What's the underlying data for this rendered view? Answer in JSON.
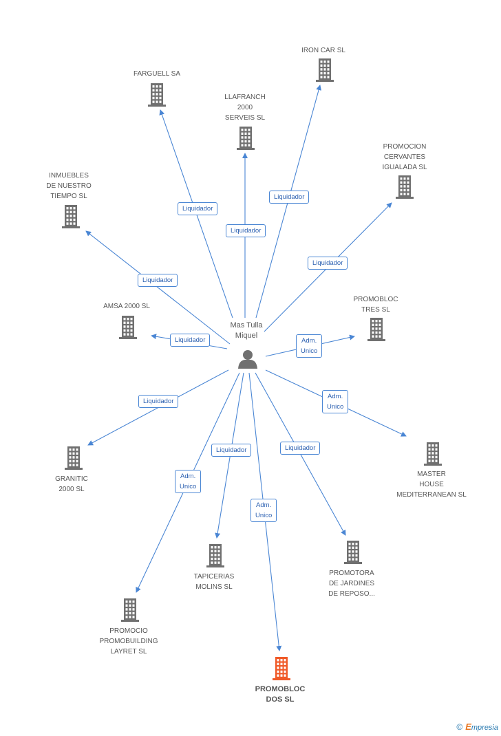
{
  "center": {
    "label": "Mas Tulla\nMiquel",
    "icon": "person-icon"
  },
  "colors": {
    "edge": "#4a86d4",
    "building": "#707070",
    "focus_building": "#f05a28"
  },
  "companies": [
    {
      "id": "farguell",
      "label": "FARGUELL SA",
      "focus": false
    },
    {
      "id": "ironcar",
      "label": "IRON CAR SL",
      "focus": false
    },
    {
      "id": "llafranch",
      "label": "LLAFRANCH\n2000\nSERVEIS SL",
      "focus": false
    },
    {
      "id": "promocion_cervantes",
      "label": "PROMOCION\nCERVANTES\nIGUALADA SL",
      "focus": false
    },
    {
      "id": "inmuebles",
      "label": "INMUEBLES\nDE NUESTRO\nTIEMPO SL",
      "focus": false
    },
    {
      "id": "amsa",
      "label": "AMSA 2000 SL",
      "focus": false
    },
    {
      "id": "promobloc_tres",
      "label": "PROMOBLOC\nTRES SL",
      "focus": false
    },
    {
      "id": "granitic",
      "label": "GRANITIC\n2000 SL",
      "focus": false
    },
    {
      "id": "master_house",
      "label": "MASTER\nHOUSE\nMEDITERRANEAN SL",
      "focus": false
    },
    {
      "id": "tapicerias",
      "label": "TAPICERIAS\nMOLINS  SL",
      "focus": false
    },
    {
      "id": "promotora_jardines",
      "label": "PROMOTORA\nDE JARDINES\nDE REPOSO...",
      "focus": false
    },
    {
      "id": "promocio_promobuilding",
      "label": "PROMOCIO\nPROMOBUILDING\nLAYRET SL",
      "focus": false
    },
    {
      "id": "promobloc_dos",
      "label": "PROMOBLOC\nDOS SL",
      "focus": true
    }
  ],
  "relations": [
    {
      "to": "farguell",
      "label": "Liquidador"
    },
    {
      "to": "llafranch",
      "label": "Liquidador"
    },
    {
      "to": "ironcar",
      "label": "Liquidador"
    },
    {
      "to": "promocion_cervantes",
      "label": "Liquidador"
    },
    {
      "to": "inmuebles",
      "label": "Liquidador"
    },
    {
      "to": "amsa",
      "label": "Liquidador"
    },
    {
      "to": "promobloc_tres",
      "label": "Adm.\nUnico"
    },
    {
      "to": "granitic",
      "label": "Liquidador"
    },
    {
      "to": "master_house",
      "label": "Adm.\nUnico"
    },
    {
      "to": "tapicerias",
      "label": "Liquidador"
    },
    {
      "to": "promotora_jardines",
      "label": "Liquidador"
    },
    {
      "to": "promocio_promobuilding",
      "label": "Adm.\nUnico"
    },
    {
      "to": "promobloc_dos",
      "label": "Adm.\nUnico"
    }
  ],
  "footer": {
    "copyright": "©",
    "brand_first": "E",
    "brand_rest": "mpresia"
  }
}
